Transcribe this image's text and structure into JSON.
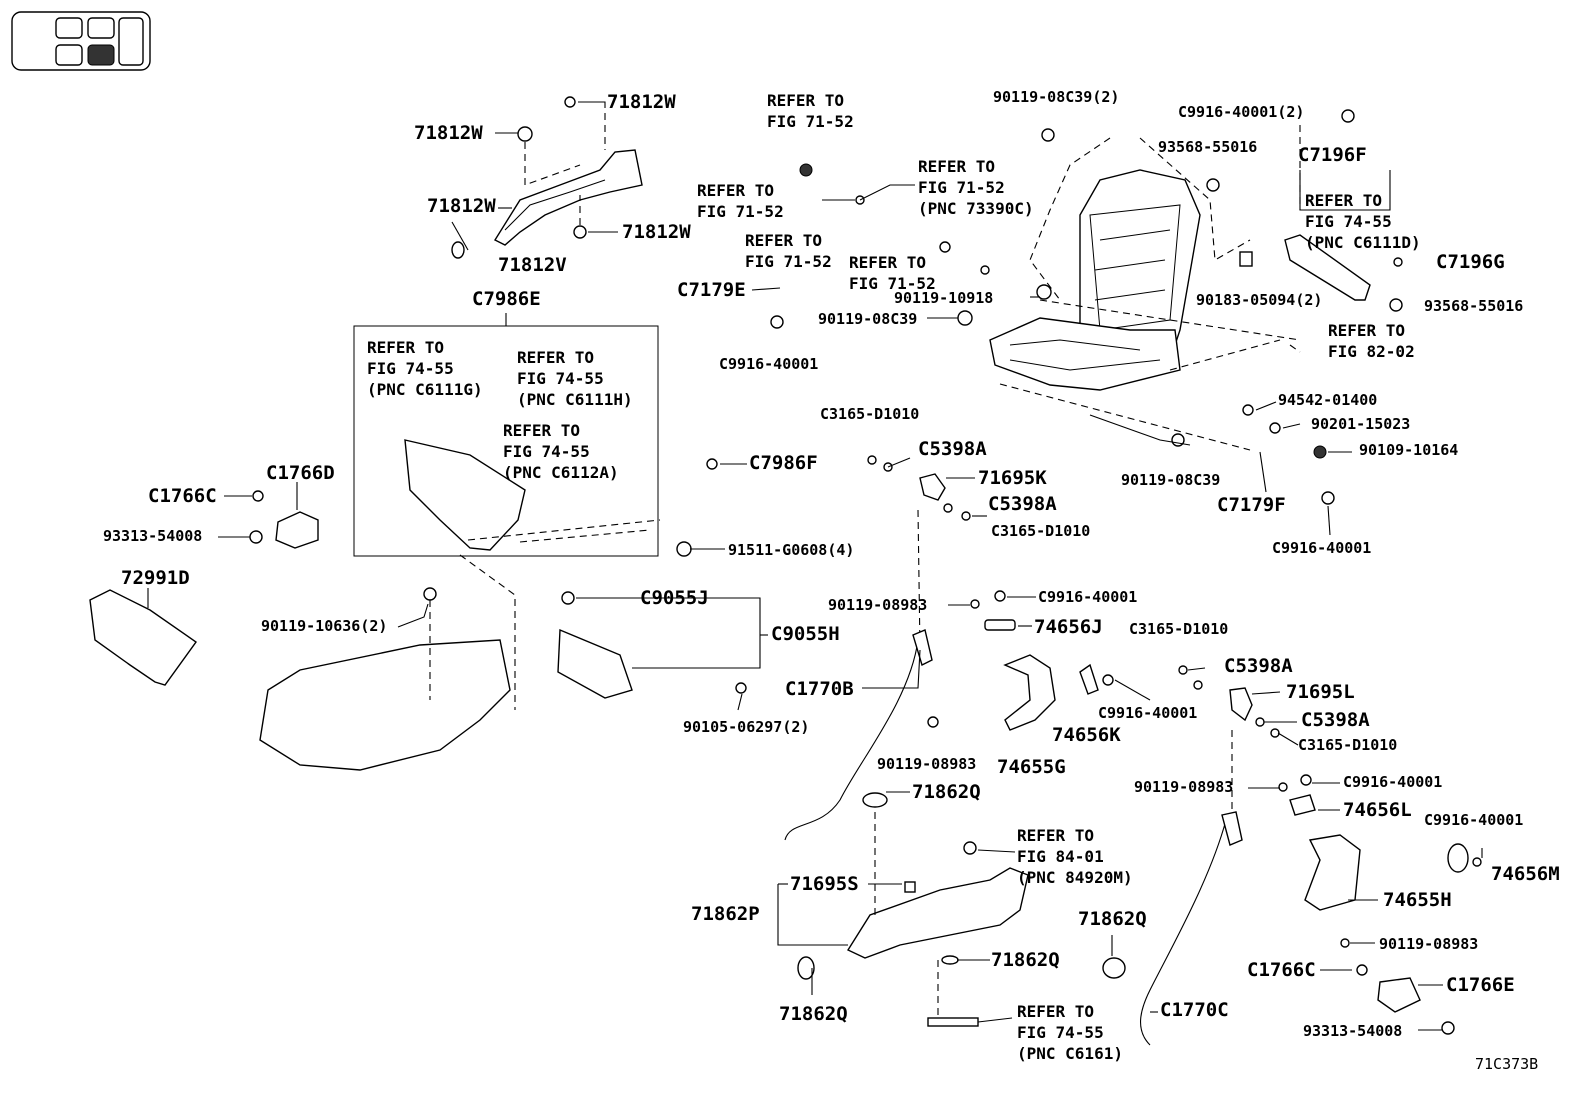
{
  "figure": {
    "code": "71C373B"
  },
  "labels": {
    "p71812W_a": "71812W",
    "p71812W_b": "71812W",
    "p71812W_c": "71812W",
    "p71812W_d": "71812W",
    "p71812V": "71812V",
    "p9011908C39_2": "90119-08C39(2)",
    "pC9916_2": "C9916-40001(2)",
    "p93568_a": "93568-55016",
    "pC7196F": "C7196F",
    "pC7196G": "C7196G",
    "p90183": "90183-05094(2)",
    "p93568_b": "93568-55016",
    "pC7179E": "C7179E",
    "p90119_10918": "90119-10918",
    "p9011908C39_a": "90119-08C39",
    "pC9916_a": "C9916-40001",
    "pC7986E": "C7986E",
    "pC7986F": "C7986F",
    "pC1766C_a": "C1766C",
    "pC1766D": "C1766D",
    "p93313_a": "93313-54008",
    "p91511": "91511-G0608(4)",
    "p72991D": "72991D",
    "p90119_10636": "90119-10636(2)",
    "pC9055J": "C9055J",
    "pC9055H": "C9055H",
    "p90105": "90105-06297(2)",
    "pC3165_a": "C3165-D1010",
    "pC5398A_a": "C5398A",
    "p71695K": "71695K",
    "pC5398A_b": "C5398A",
    "pC3165_b": "C3165-D1010",
    "p94542": "94542-01400",
    "p90201": "90201-15023",
    "p90109": "90109-10164",
    "p9011908C39_b": "90119-08C39",
    "pC7179F": "C7179F",
    "pC9916_b": "C9916-40001",
    "p90119_08983_a": "90119-08983",
    "pC9916_c": "C9916-40001",
    "p74656J": "74656J",
    "pC1770B": "C1770B",
    "pC9916_d": "C9916-40001",
    "p74656K": "74656K",
    "p90119_08983_b": "90119-08983",
    "p74655G": "74655G",
    "pC3165_c": "C3165-D1010",
    "pC5398A_c": "C5398A",
    "p71695L": "71695L",
    "pC5398A_d": "C5398A",
    "pC3165_d": "C3165-D1010",
    "p90119_08983_c": "90119-08983",
    "pC9916_e": "C9916-40001",
    "p74656L": "74656L",
    "pC9916_f": "C9916-40001",
    "p74656M": "74656M",
    "p74655H": "74655H",
    "p90119_08983_d": "90119-08983",
    "pC1766C_b": "C1766C",
    "pC1766E": "C1766E",
    "p93313_b": "93313-54008",
    "p71862Q_a": "71862Q",
    "p71695S": "71695S",
    "p71862P": "71862P",
    "p71862Q_b": "71862Q",
    "p71862Q_c": "71862Q",
    "p71862Q_d": "71862Q",
    "pC1770C": "C1770C"
  },
  "refs": {
    "r1": "REFER TO\nFIG 71-52",
    "r2": "REFER TO\nFIG 71-52",
    "r3": "REFER TO\nFIG 71-52\n(PNC 73390C)",
    "r4": "REFER TO\nFIG 71-52",
    "r5": "REFER TO\nFIG 71-52",
    "r6": "REFER TO\nFIG 74-55\n(PNC C6111D)",
    "r7": "REFER TO\nFIG 82-02",
    "r8": "REFER TO\nFIG 74-55\n(PNC C6111G)",
    "r9": "REFER TO\nFIG 74-55\n(PNC C6111H)",
    "r10": "REFER TO\nFIG 74-55\n(PNC C6112A)",
    "r11": "REFER TO\nFIG 84-01\n(PNC 84920M)",
    "r12": "REFER TO\nFIG 74-55\n(PNC C6161)"
  }
}
